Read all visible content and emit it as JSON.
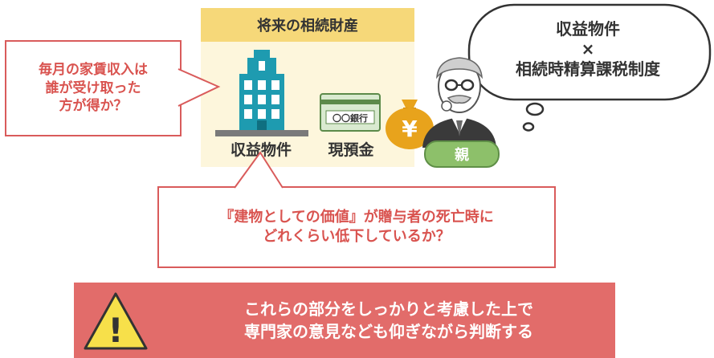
{
  "estate": {
    "title": "将来の相続財産",
    "property_label": "収益物件",
    "deposit_label": "現預金",
    "bankbook_text": "〇〇銀行"
  },
  "callouts": {
    "rent_line1": "毎月の家賃収入は",
    "rent_line2": "誰が受け取った",
    "rent_line3": "方が得か？",
    "building_line1": "『建物としての価値』が贈与者の死亡時に",
    "building_line2": "どれくらい低下しているか？"
  },
  "thought": {
    "line1": "収益物件",
    "line2": "×",
    "line3": "相続時精算課税制度"
  },
  "parent": {
    "badge": "親",
    "money_symbol": "¥"
  },
  "banner": {
    "line1": "これらの部分をしっかりと考慮した上で",
    "line2": "専門家の意見なども仰ぎながら判断する",
    "warning_symbol": "!"
  },
  "colors": {
    "accent_red": "#e26c6a",
    "callout_red": "#d95b5b",
    "estate_bg": "#fdf6dc",
    "estate_title_bg": "#f6d879",
    "building_teal": "#1e9bb0",
    "badge_green": "#8dc06a",
    "money_gold": "#e8a31c"
  }
}
